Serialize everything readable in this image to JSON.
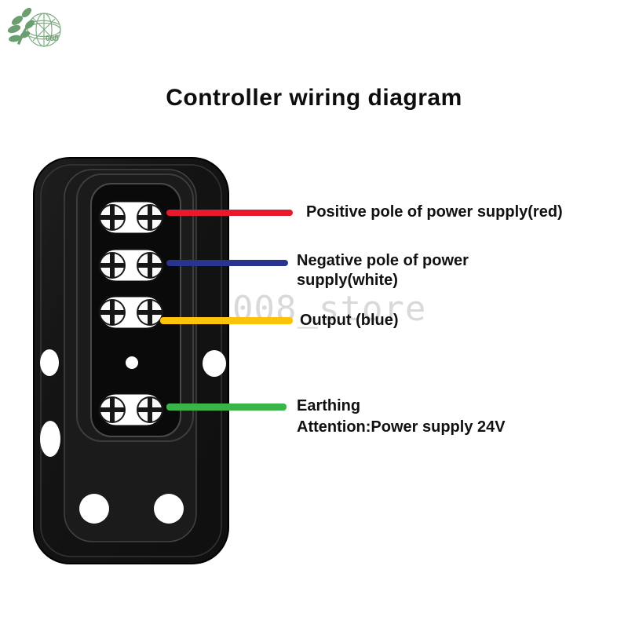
{
  "page": {
    "background": "#ffffff"
  },
  "logo": {
    "text": "008",
    "color": "#6b9e70"
  },
  "title": {
    "text": "Controller wiring diagram",
    "color": "#0d0d0d"
  },
  "watermark": {
    "text": "008_store",
    "color": "#d9d9d9"
  },
  "device": {
    "description": "black controller terminal block with 4 screw terminals, 1 pilot hole, 2 mounting holes and side cable notches",
    "body_color": "#141414",
    "terminal_count": 4,
    "screws_per_terminal": 2
  },
  "wires": [
    {
      "name": "positive",
      "color": "#e8182d",
      "lines": [
        "Positive pole of power supply(red)"
      ]
    },
    {
      "name": "negative",
      "color": "#29358c",
      "lines": [
        "Negative pole of power",
        "supply(white)"
      ]
    },
    {
      "name": "output",
      "color": "#fcc30b",
      "lines": [
        "Output (blue)"
      ]
    },
    {
      "name": "earthing",
      "color": "#3bb54a",
      "lines": [
        "Earthing",
        "Attention:Power supply 24V"
      ]
    }
  ]
}
